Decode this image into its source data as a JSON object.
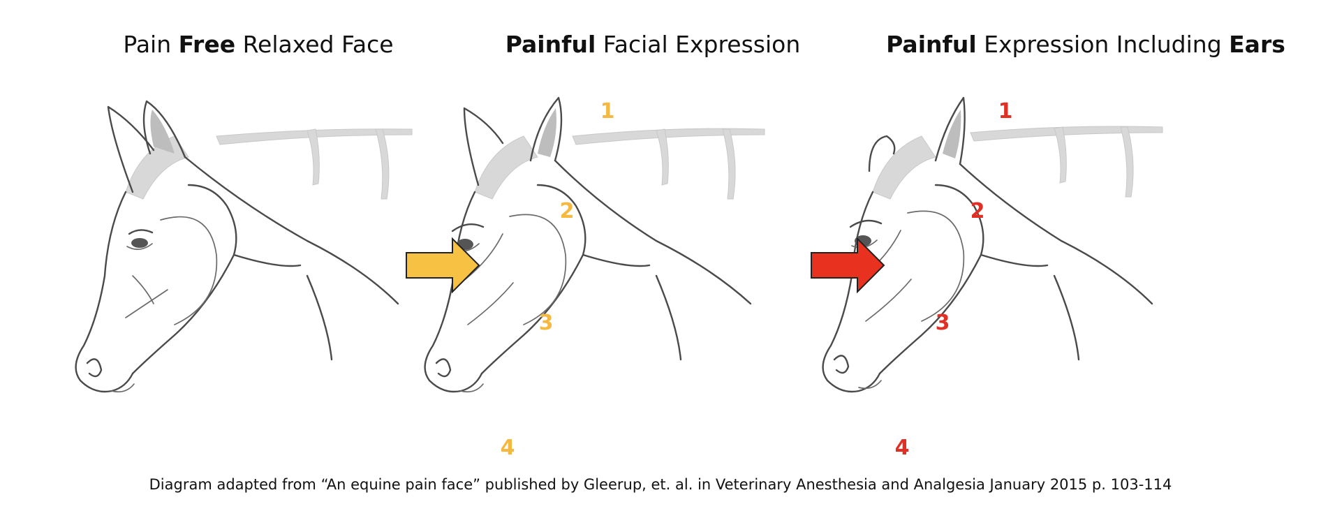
{
  "panels": [
    {
      "title_parts": [
        {
          "text": "Pain ",
          "bold": false
        },
        {
          "text": "Free",
          "bold": true
        },
        {
          "text": " Relaxed Face",
          "bold": false
        }
      ],
      "markers": []
    },
    {
      "title_parts": [
        {
          "text": "Painful",
          "bold": true
        },
        {
          "text": " Facial Expression",
          "bold": false
        }
      ],
      "marker_color": "#f5b942",
      "markers": [
        "1",
        "2",
        "3",
        "4"
      ]
    },
    {
      "title_parts": [
        {
          "text": "Painful",
          "bold": true
        },
        {
          "text": " Expression Including ",
          "bold": false
        },
        {
          "text": "Ears",
          "bold": true
        }
      ],
      "marker_color": "#e03025",
      "markers": [
        "1",
        "2",
        "3",
        "4"
      ]
    }
  ],
  "arrows": [
    {
      "color": "#f7c244",
      "name": "yellow-arrow-icon"
    },
    {
      "color": "#e8311f",
      "name": "red-arrow-icon"
    }
  ],
  "caption": "Diagram adapted from “An equine pain face” published by Gleerup, et. al. in Veterinary Anesthesia and Analgesia January 2015 p. 103-114",
  "icons": [
    "horse-head-icon"
  ]
}
